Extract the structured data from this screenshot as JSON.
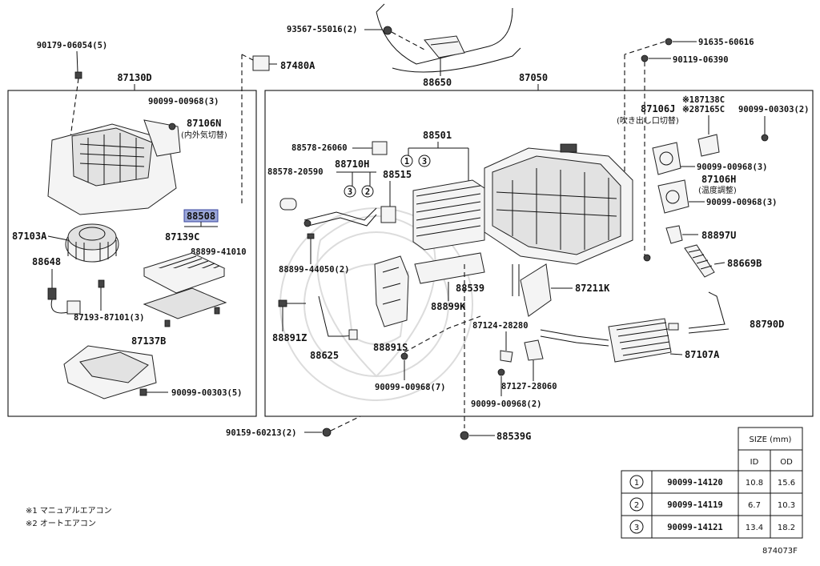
{
  "labels": {
    "p87130D": "87130D",
    "p87050": "87050",
    "p88650": "88650",
    "p90179": "90179-06054(5)",
    "p87480A": "87480A",
    "p93567": "93567-55016(2)",
    "p91635": "91635-60616",
    "p90119": "90119-06390",
    "p90099_00968_3a": "90099-00968(3)",
    "p87106N": "87106N",
    "p87106N_jp": "(内外気切替)",
    "p88508": "88508",
    "p87103A": "87103A",
    "p87139C": "87139C",
    "p88899_41010": "88899-41010",
    "p88648": "88648",
    "p87193": "87193-87101(3)",
    "p87137B": "87137B",
    "p90099_00303_5": "90099-00303(5)",
    "p88578_26060": "88578-26060",
    "p88501": "88501",
    "p88578_20590": "88578-20590",
    "p88710H": "88710H",
    "p88515": "88515",
    "p88899_44050": "88899-44050(2)",
    "p88539": "88539",
    "p88899K": "88899K",
    "p87211K": "87211K",
    "p88891Z": "88891Z",
    "p88625": "88625",
    "p88891S": "88891S",
    "p87124": "87124-28280",
    "p87127": "87127-28060",
    "p90099_00968_7": "90099-00968(7)",
    "p90099_00968_2": "90099-00968(2)",
    "p87107A": "87107A",
    "p88790D": "88790D",
    "p87138C": "※187138C",
    "p87165C": "※287165C",
    "p90099_00303_2": "90099-00303(2)",
    "p87106J": "87106J",
    "p87106J_jp": "(吹き出し口切替)",
    "p90099_00968_3b": "90099-00968(3)",
    "p87106H": "87106H",
    "p87106H_jp": "(温度調整)",
    "p90099_00968_3c": "90099-00968(3)",
    "p88897U": "88897U",
    "p88669B": "88669B",
    "p90159": "90159-60213(2)",
    "p88539G": "88539G",
    "c1": "1",
    "c3": "3",
    "c3b": "3",
    "c2": "2"
  },
  "notes": {
    "note1": "※1 マニュアルエアコン",
    "note2": "※2 オートエアコン",
    "figure_id": "874073F"
  },
  "size_table": {
    "title": "SIZE (mm)",
    "col_id": "ID",
    "col_od": "OD",
    "rows": [
      {
        "num": "1",
        "part": "90099-14120",
        "id": "10.8",
        "od": "15.6"
      },
      {
        "num": "2",
        "part": "90099-14119",
        "id": "6.7",
        "od": "10.3"
      },
      {
        "num": "3",
        "part": "90099-14121",
        "id": "13.4",
        "od": "18.2"
      }
    ]
  }
}
